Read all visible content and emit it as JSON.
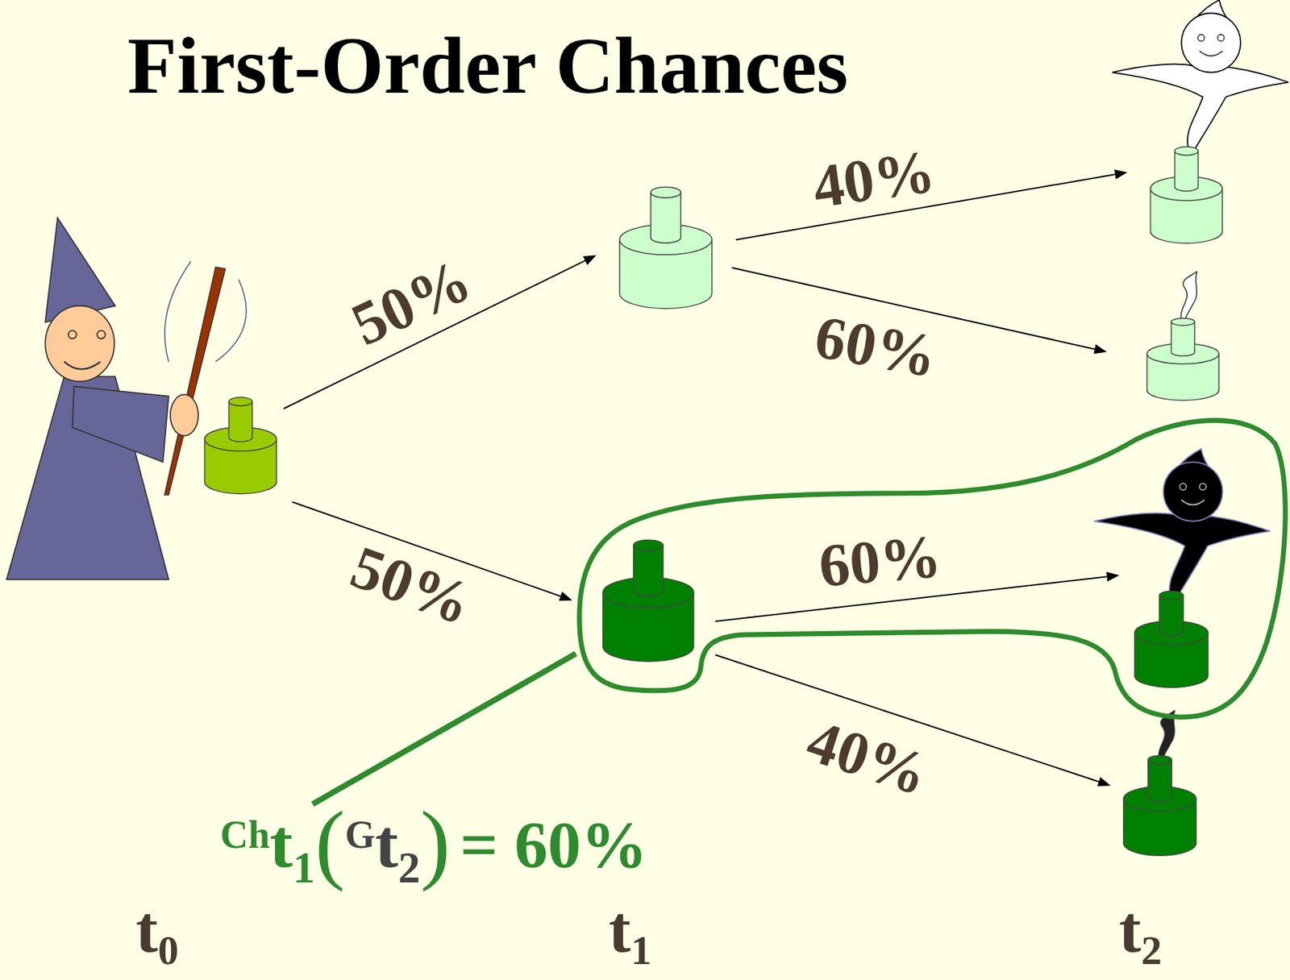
{
  "diagram": {
    "title": "First-Order Chances",
    "nodes": [
      {
        "text": []
      },
      {
        "text": []
      },
      {
        "text": []
      },
      {
        "text": []
      },
      {
        "text": []
      },
      {
        "text": []
      },
      {
        "text": []
      }
    ],
    "edges": [
      {
        "from": 0,
        "to": 1,
        "arrow": "to",
        "label": "50%"
      },
      {
        "from": 0,
        "to": 2,
        "arrow": "to",
        "label": "50%"
      },
      {
        "from": 1,
        "to": 3,
        "arrow": "to",
        "label": "40%"
      },
      {
        "from": 1,
        "to": 4,
        "arrow": "to",
        "label": "60%"
      },
      {
        "from": 2,
        "to": 5,
        "arrow": "to",
        "label": "60%"
      },
      {
        "from": 2,
        "to": 6,
        "arrow": "to",
        "label": "40%"
      }
    ],
    "labels": [
      "Ch",
      "t",
      "1",
      "(",
      "G",
      "t",
      "2",
      ")",
      "= 60%",
      "t",
      "0",
      "t",
      "1",
      "t",
      "2"
    ]
  }
}
